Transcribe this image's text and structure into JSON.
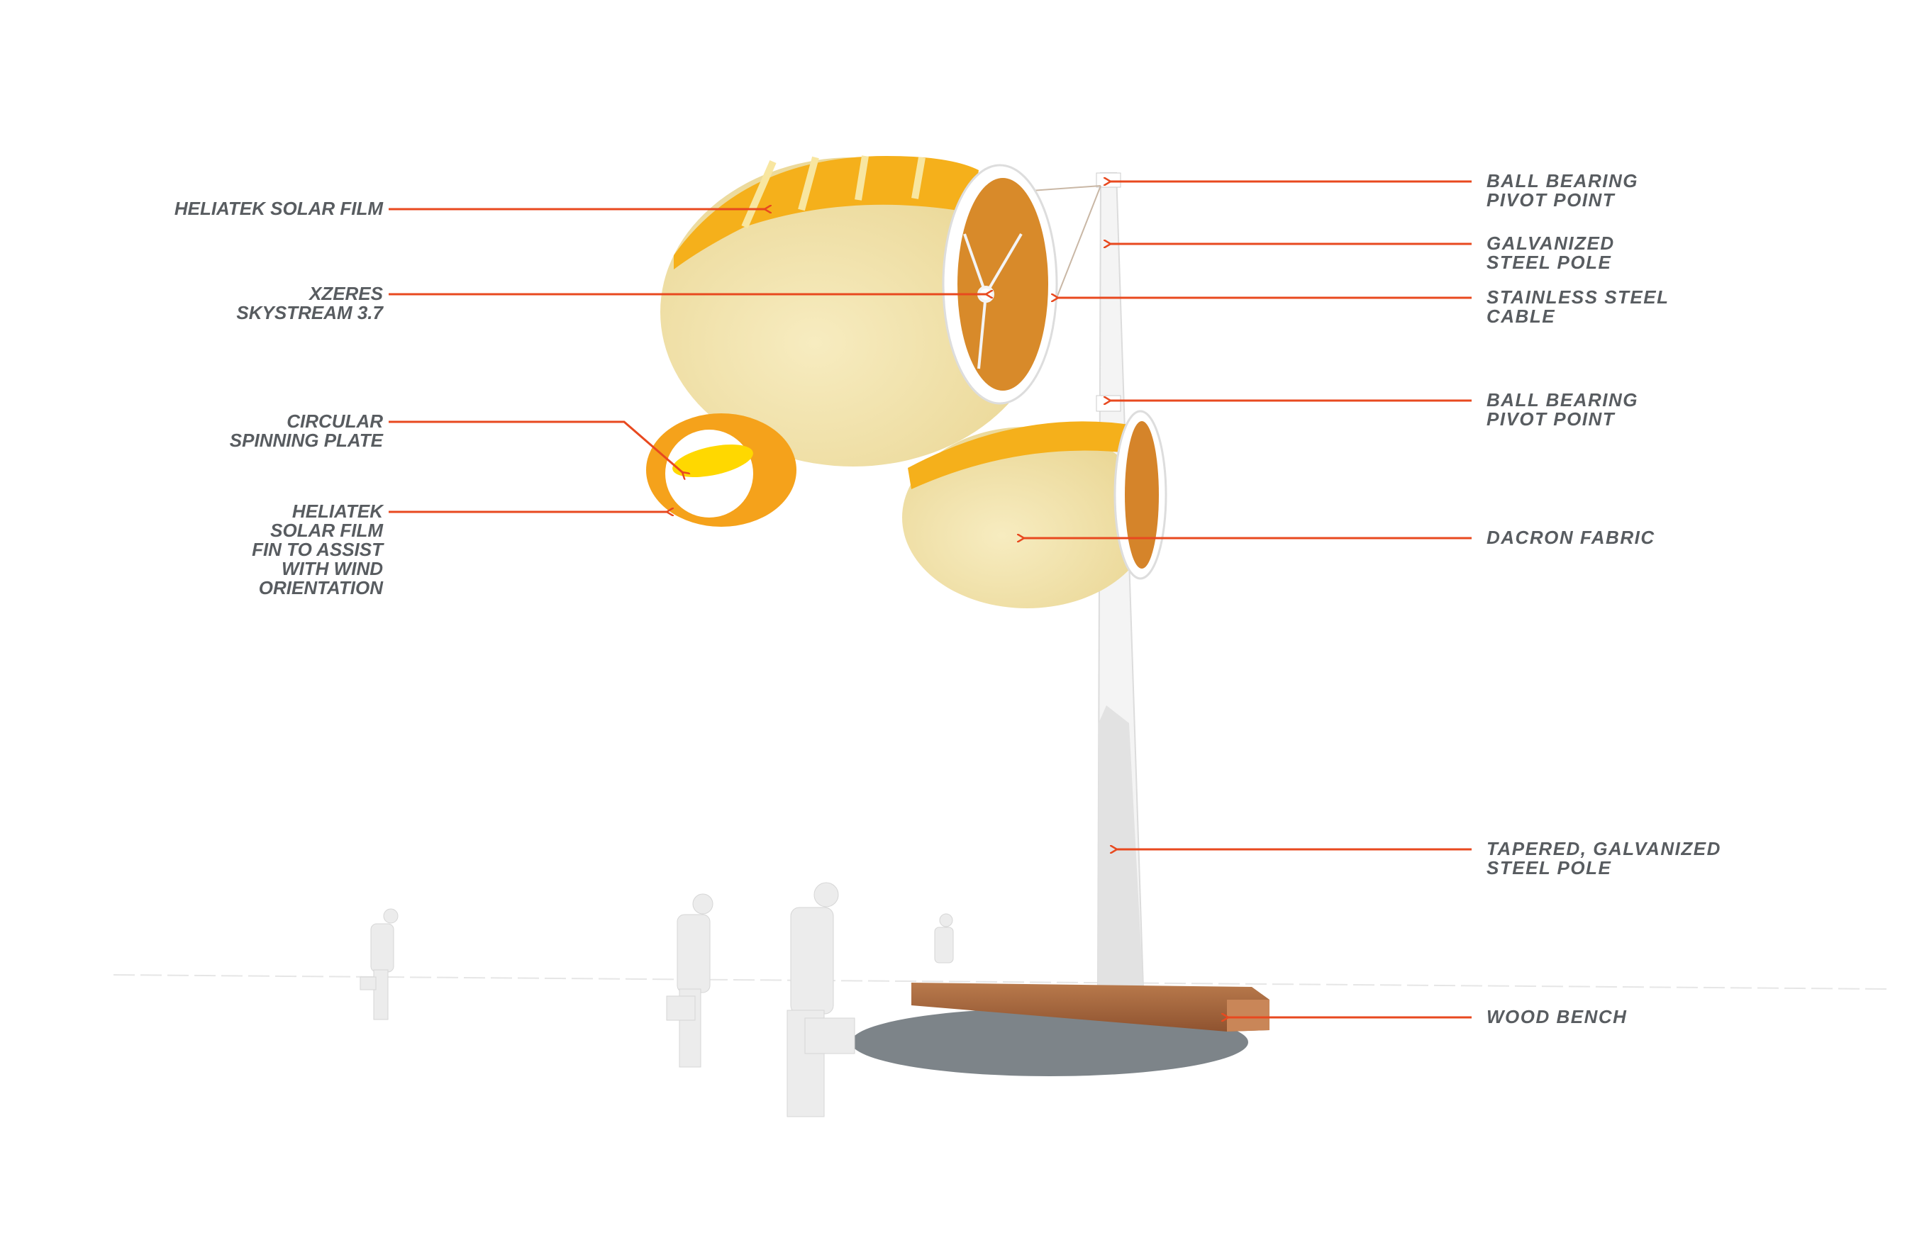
{
  "colors": {
    "leader": "#e8491f",
    "text": "#585c60",
    "pod": "#f1e3a9",
    "solar": "#f5b01b",
    "wood": "#a5643a"
  },
  "left_callouts": [
    {
      "lines": [
        "HELIATEK SOLAR FILM"
      ]
    },
    {
      "lines": [
        "XZERES",
        "SKYSTREAM 3.7"
      ]
    },
    {
      "lines": [
        "CIRCULAR",
        "SPINNING PLATE"
      ]
    },
    {
      "lines": [
        "HELIATEK",
        "SOLAR FILM",
        "FIN TO ASSIST",
        "WITH WIND",
        "ORIENTATION"
      ]
    }
  ],
  "right_callouts": [
    {
      "lines": [
        "BALL BEARING",
        "PIVOT POINT"
      ]
    },
    {
      "lines": [
        "GALVANIZED",
        "STEEL POLE"
      ]
    },
    {
      "lines": [
        "STAINLESS STEEL",
        "CABLE"
      ]
    },
    {
      "lines": [
        "BALL BEARING",
        "PIVOT POINT"
      ]
    },
    {
      "lines": [
        "DACRON FABRIC"
      ]
    },
    {
      "lines": [
        "TAPERED, GALVANIZED",
        "STEEL POLE"
      ]
    },
    {
      "lines": [
        "WOOD BENCH"
      ]
    }
  ]
}
